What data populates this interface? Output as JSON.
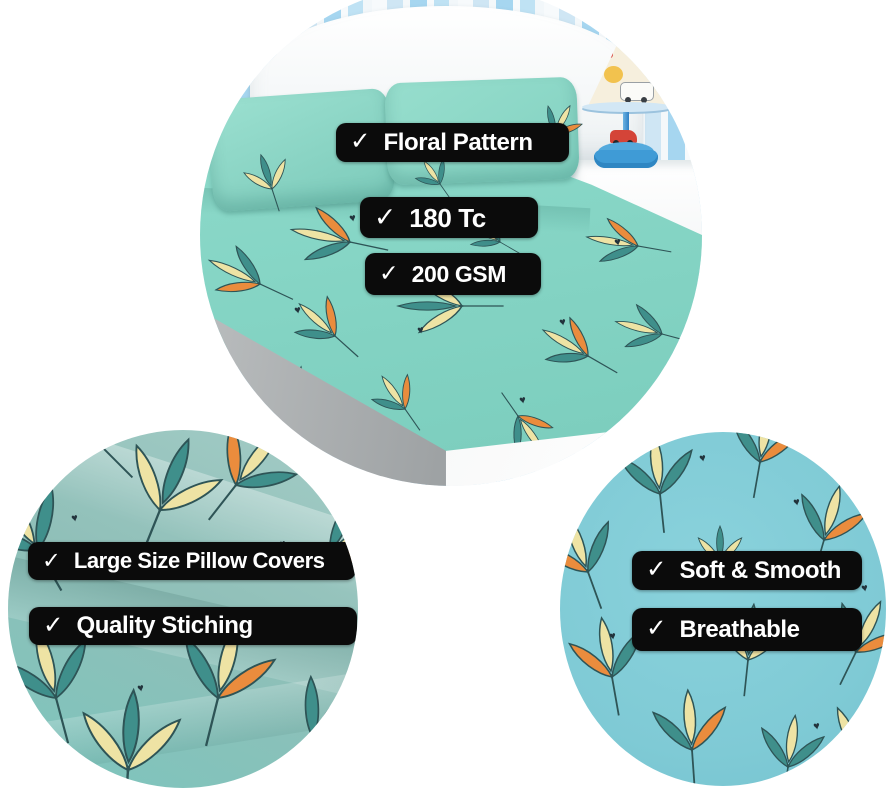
{
  "icons": {
    "check": "✓",
    "heart": "♥"
  },
  "circles": {
    "top": {
      "labels": [
        "Floral Pattern",
        "180 Tc",
        "200 GSM"
      ]
    },
    "bottom_left": {
      "labels": [
        "Large Size Pillow Covers",
        "Quality Stiching"
      ]
    },
    "bottom_right": {
      "labels": [
        "Soft & Smooth",
        "Breathable"
      ]
    }
  },
  "colors": {
    "pill_bg": "#0b0b0b",
    "pill_text": "#ffffff",
    "sheet_teal": "#87d6c6",
    "fabric_bottom_left": "#8fbfb8",
    "fabric_bottom_right": "#7fcad5",
    "leaf_teal": "#3f8f8b",
    "leaf_cream": "#eee3a4",
    "leaf_orange": "#ea8c3d",
    "leaf_outline": "#2e5456",
    "heart": "#22333c",
    "wall_stripe_light": "#cfe6f4",
    "wall_stripe_blue": "#a6d6f0",
    "lamp_blue": "#3f9bd6",
    "mattress_gray": "#9b9fa1",
    "platform_white": "#f3f4f4"
  }
}
